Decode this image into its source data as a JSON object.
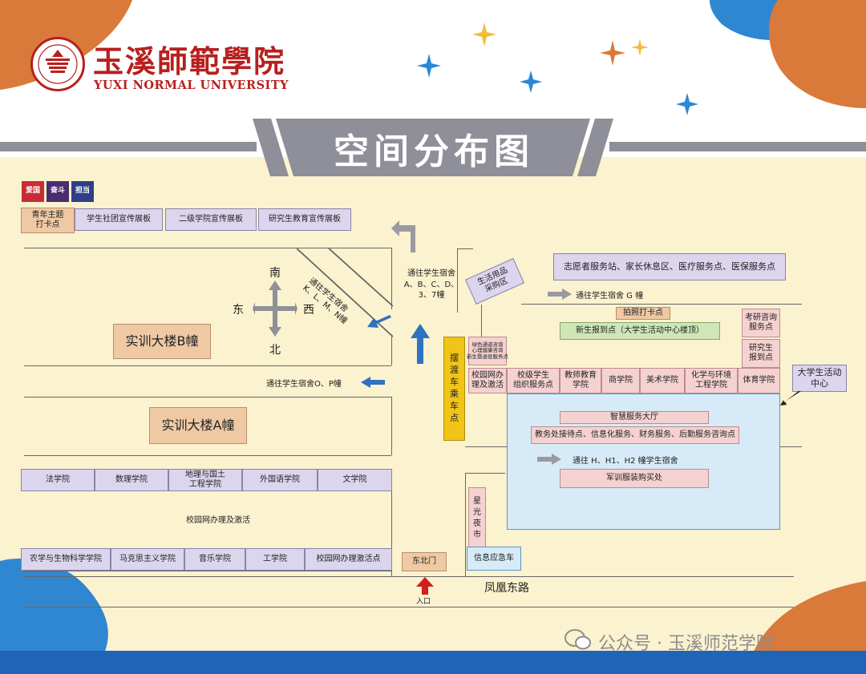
{
  "header": {
    "logo_cn": "玉溪師範學院",
    "logo_en": "YUXI NORMAL UNIVERSITY",
    "banner_title": "空间分布图"
  },
  "badges": [
    "爱国",
    "奋斗",
    "担当"
  ],
  "boards": {
    "youth_checkin": "青年主题\n打卡点",
    "club_board": "学生社团宣传展板",
    "college_board": "二级学院宣传展板",
    "grad_board": "研究生教育宣传展板"
  },
  "compass": {
    "north": "南",
    "south": "北",
    "east": "东",
    "west": "西"
  },
  "buildings": {
    "b": "实训大楼B幢",
    "a": "实训大楼A幢"
  },
  "routes": {
    "dorm_klmn": "通往学生宿舍\nK、L、M、N幢",
    "dorm_abc": "通往学生宿舍\nA、B、C、D、\n3、7幢",
    "dorm_op": "通往学生宿舍O、P幢",
    "dorm_g": "通往学生宿舍 G 幢",
    "dorm_h": "通往 H、H1、H2 幢学生宿舍"
  },
  "right_area": {
    "supplies": "生活用品\n采购区",
    "volunteer": "志愿者服务站、家长休息区、医疗服务点、医保服务点",
    "photo": "拍照打卡点",
    "newreg": "新生报到点（大学生活动中心楼顶）",
    "kaoyan": "考研咨询\n服务点",
    "grad_reg": "研究生\n报到点",
    "activity_center": "大学生活动\n中心",
    "green_channel": "绿色通道咨询\n心理健康咨询\n新生暨退役服务点",
    "shuttle": "摆\n渡\n车\n乘\n车\n点",
    "campus_net": "校园网办\n理及激活",
    "service_hall": "智慧服务大厅",
    "consult": "教务处接待点、信息化服务、财务服务、后勤服务咨询点",
    "uniform": "军训服装购买处",
    "night_market": "星\n光\n夜\n市",
    "info_car": "信息应急车"
  },
  "college_row": [
    "校级学生\n组织服务点",
    "教师教育\n学院",
    "商学院",
    "美术学院",
    "化学与环境\n工程学院",
    "体育学院"
  ],
  "lower_row1": [
    "法学院",
    "数理学院",
    "地理与国土\n工程学院",
    "外国语学院",
    "文学院"
  ],
  "lower_mid": "校园网办理及激活",
  "lower_row2": [
    "农学与生物科学学院",
    "马克思主义学院",
    "音乐学院",
    "工学院",
    "校园网办理激活点"
  ],
  "gate": {
    "name": "东北门",
    "entrance": "入口"
  },
  "road_name": "凤凰东路",
  "watermark": "公众号 · 玉溪师范学院",
  "colors": {
    "background": "#fbf2cf",
    "banner_gray": "#8f8f99",
    "arrow_blue": "#2f72c2",
    "arrow_red": "#d0201c",
    "orange_blob": "#d9793a",
    "blue_blob": "#2f87d2",
    "logo_red": "#b7201e"
  }
}
